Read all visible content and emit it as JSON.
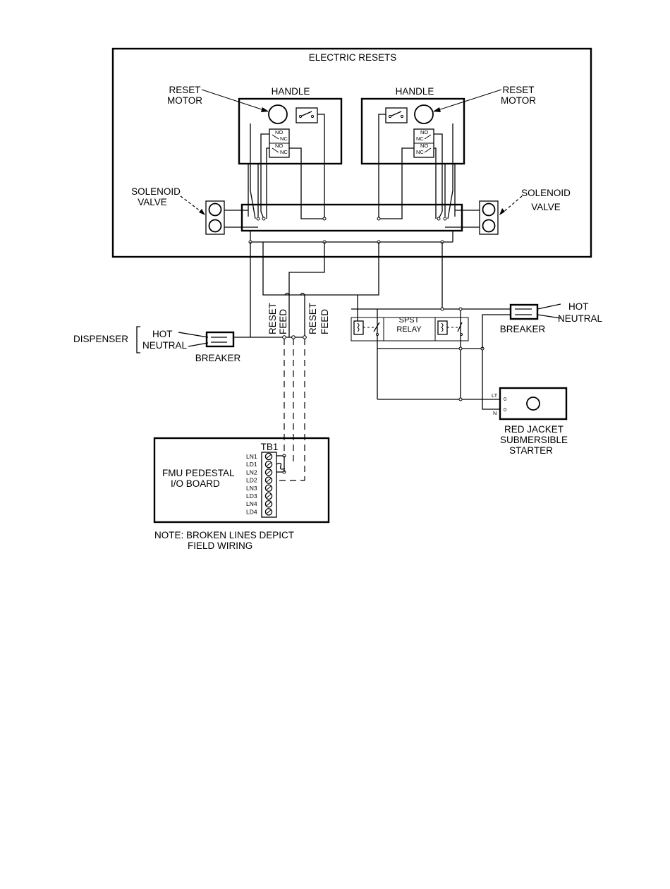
{
  "diagram": {
    "title": "ELECTRIC RESETS",
    "left_handle": {
      "title": "HANDLE",
      "motor_label_1": "RESET",
      "motor_label_2": "MOTOR",
      "contact_no_1": "NO",
      "contact_nc_1": "NC",
      "contact_no_2": "NO",
      "contact_nc_2": "NC"
    },
    "right_handle": {
      "title": "HANDLE",
      "motor_label_1": "RESET",
      "motor_label_2": "MOTOR",
      "contact_no_1": "NO",
      "contact_nc_1": "NC",
      "contact_no_2": "NO",
      "contact_nc_2": "NC"
    },
    "left_solenoid": {
      "label_1": "SOLENOID",
      "label_2": "VALVE"
    },
    "right_solenoid": {
      "label_1": "SOLENOID",
      "label_2": "VALVE"
    },
    "reset_feed_1": {
      "line_1": "RESET",
      "line_2": "FEED"
    },
    "reset_feed_2": {
      "line_1": "RESET",
      "line_2": "FEED"
    },
    "dispenser": {
      "label": "DISPENSER",
      "hot": "HOT",
      "neutral": "NEUTRAL",
      "breaker": "BREAKER"
    },
    "relay": {
      "line_1": "SPST",
      "line_2": "RELAY"
    },
    "pump_supply": {
      "hot": "HOT",
      "neutral": "NEUTRAL",
      "breaker": "BREAKER"
    },
    "starter": {
      "line_1": "RED JACKET",
      "line_2": "SUBMERSIBLE",
      "line_3": "STARTER",
      "term_lt": "LT",
      "term_n": "N",
      "pin_1": "0",
      "pin_2": "0"
    },
    "fmu": {
      "line_1": "FMU PEDESTAL",
      "line_2": "I/O BOARD",
      "terminal_block": "TB1",
      "terminals": [
        "LN1",
        "LD1",
        "LN2",
        "LD2",
        "LN3",
        "LD3",
        "LN4",
        "LD4"
      ]
    },
    "note": {
      "line_1": "NOTE: BROKEN LINES DEPICT",
      "line_2": "FIELD WIRING"
    }
  }
}
